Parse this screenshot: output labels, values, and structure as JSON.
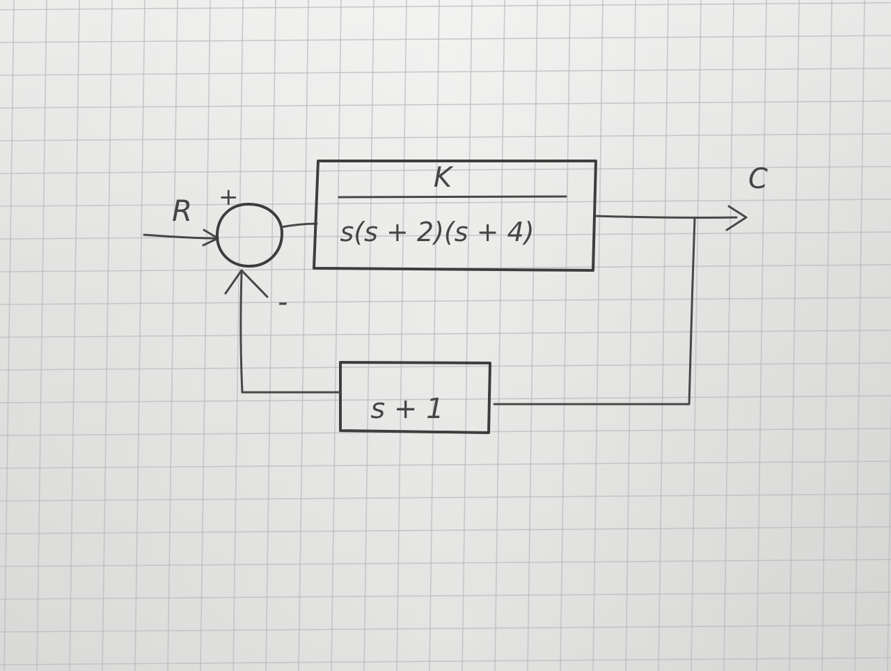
{
  "labels": {
    "input": "R",
    "output": "C",
    "plus_sign": "+",
    "minus_sign": "-"
  },
  "forward_block": {
    "numerator": "K",
    "denominator": "s(s + 2)(s + 4)"
  },
  "feedback_block": {
    "expression": "s + 1"
  },
  "colors": {
    "ink": "#3d3d3d",
    "paper": "#e9e9e7",
    "grid": "#b9bcc0"
  }
}
